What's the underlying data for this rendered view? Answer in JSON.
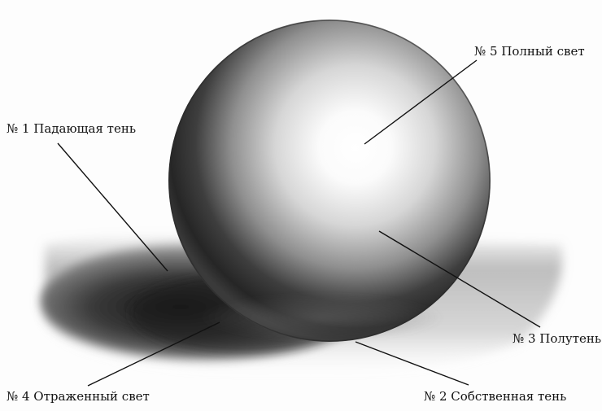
{
  "labels": {
    "full_light": "№ 5 Полный свет",
    "cast_shadow": "№ 1 Падающая тень",
    "halftone": "№ 3 Полутень",
    "reflected_light": "№ 4 Отраженный свет",
    "own_shadow": "№ 2 Собственная тень"
  },
  "colors": {
    "ink": "#111111",
    "paper": "#fdfdfd",
    "highlight": "#ffffff",
    "shadow": "#1a1a1a"
  }
}
